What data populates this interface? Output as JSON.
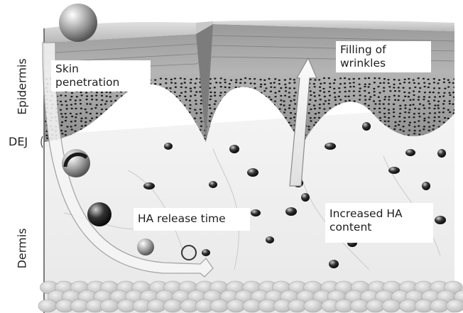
{
  "layer_labels": {
    "epidermis": "Epidermis",
    "dej": "DEJ",
    "dermis": "Dermis"
  },
  "callouts": {
    "skin_penetration": [
      "Skin",
      "penetration"
    ],
    "filling_wrinkles": [
      "Filling of",
      "wrinkles"
    ],
    "ha_release": [
      "HA release time"
    ],
    "increased_ha": [
      "Increased HA",
      "content"
    ]
  }
}
